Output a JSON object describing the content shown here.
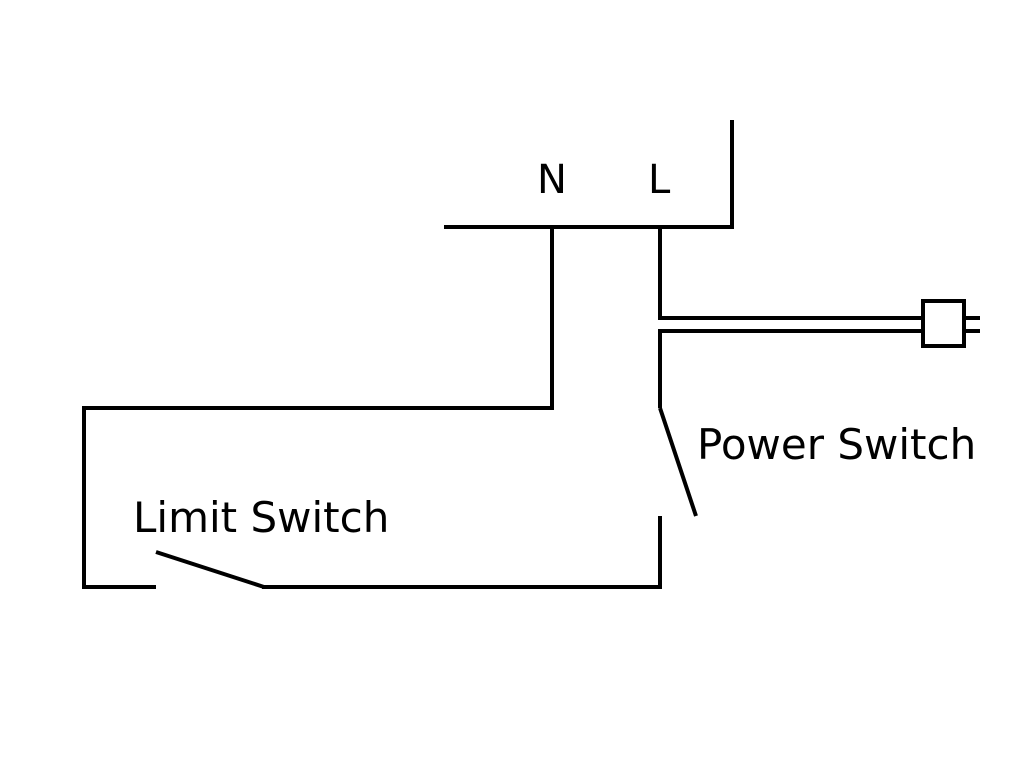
{
  "diagram": {
    "type": "wiring-schematic",
    "stroke_color": "#000000",
    "background_color": "#ffffff",
    "terminals": {
      "neutral_label": "N",
      "line_label": "L"
    },
    "components": [
      {
        "id": "power-switch",
        "label": "Power Switch",
        "kind": "switch",
        "state": "open"
      },
      {
        "id": "limit-switch",
        "label": "Limit Switch",
        "kind": "switch",
        "state": "open"
      },
      {
        "id": "plug",
        "label": "",
        "kind": "plug"
      }
    ],
    "connections": [
      {
        "from": "N",
        "to": "limit-switch"
      },
      {
        "from": "limit-switch",
        "to": "power-switch"
      },
      {
        "from": "power-switch",
        "to": "plug"
      },
      {
        "from": "L",
        "to": "plug"
      }
    ]
  }
}
